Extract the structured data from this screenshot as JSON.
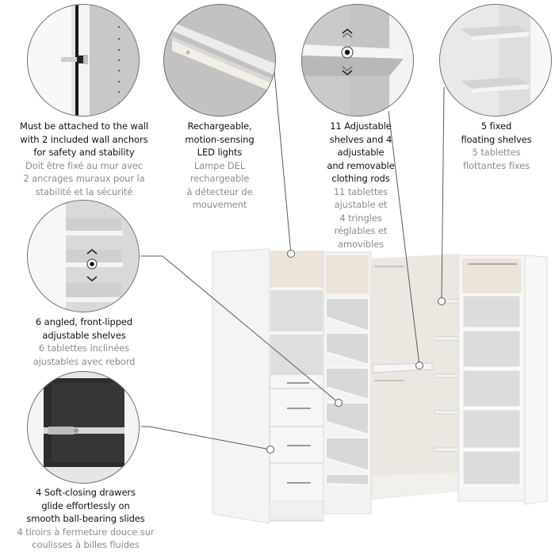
{
  "features": [
    {
      "id": "wall-anchor",
      "icon": "wall-anchor-icon",
      "en": "Must be attached to the wall\nwith 2 included wall anchors\nfor safety and stability",
      "fr": "Doit être fixé au mur avec\n2 ancrages muraux pour la\nstabilité et la sécurité"
    },
    {
      "id": "led-lights",
      "icon": "led-light-icon",
      "en": "Rechargeable,\nmotion-sensing\nLED lights",
      "fr": "Lampe DEL\nrechargeable\nà détecteur de\nmouvement"
    },
    {
      "id": "adjustable-shelves-rods",
      "icon": "adjustable-shelf-icon",
      "en": "11 Adjustable\nshelves and 4\nadjustable\nand removable\nclothing rods",
      "fr": "11 tablettes\najustable et\n4 tringles\nréglables et\namovibles"
    },
    {
      "id": "floating-shelves",
      "icon": "floating-shelf-icon",
      "en": "5 fixed\nfloating shelves",
      "fr": "5 tablettes\nflottantes fixes"
    },
    {
      "id": "angled-shelves",
      "icon": "angled-shelf-icon",
      "en": "6 angled, front-lipped\nadjustable shelves",
      "fr": "6 tablettes inclinées\najustables avec rebord"
    },
    {
      "id": "soft-close-drawers",
      "icon": "drawer-slide-icon",
      "en": "4 Soft-closing drawers\nglide effortlessly on\nsmooth ball-bearing slides",
      "fr": "4 tiroirs à fermeture douce sur\ncoulisses à billes fluides"
    }
  ],
  "colors": {
    "text_primary": "#111111",
    "text_secondary": "#8c8c8c",
    "line": "#5a5a5a",
    "cabinet_white": "#f2f2f2",
    "cabinet_shadow": "#d6d6d6",
    "lit_interior": "#ece6dc"
  }
}
